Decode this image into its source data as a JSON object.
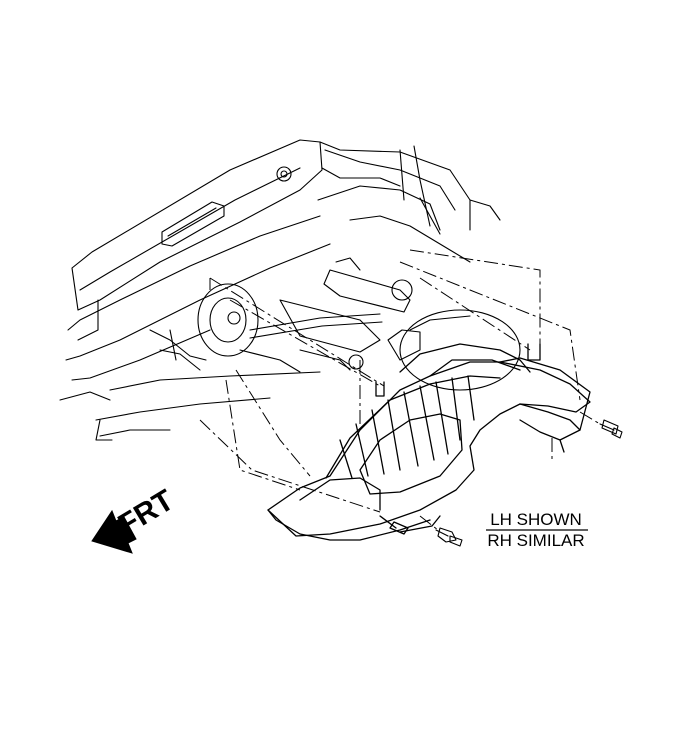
{
  "figure": {
    "direction_label": "FRT",
    "note_line1": "LH SHOWN",
    "note_line2": "RH SIMILAR"
  }
}
